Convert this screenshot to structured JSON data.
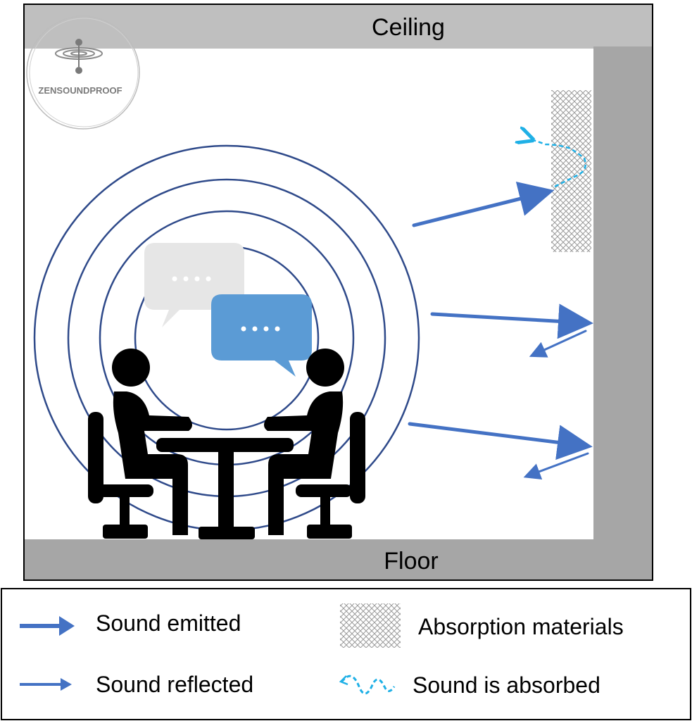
{
  "room": {
    "ceiling_label": "Ceiling",
    "floor_label": "Floor"
  },
  "logo": {
    "text": "ZENSOUNDPROOF"
  },
  "legend": {
    "items": [
      {
        "label": "Sound emitted",
        "symbol": "thick-arrow-icon"
      },
      {
        "label": "Sound reflected",
        "symbol": "thin-arrow-icon"
      },
      {
        "label": "Absorption materials",
        "symbol": "crosshatch-swatch"
      },
      {
        "label": "Sound is absorbed",
        "symbol": "dashed-wave-icon"
      }
    ]
  },
  "colors": {
    "wall": "#a6a6a6",
    "ceiling": "#bfbfbf",
    "sound_arrow": "#4472c4",
    "absorbed_wave": "#1fb0e6",
    "rings": "#2f4a8a",
    "bubble_gray": "#e6e6e6",
    "bubble_blue": "#5b9bd5",
    "people": "#000000"
  }
}
